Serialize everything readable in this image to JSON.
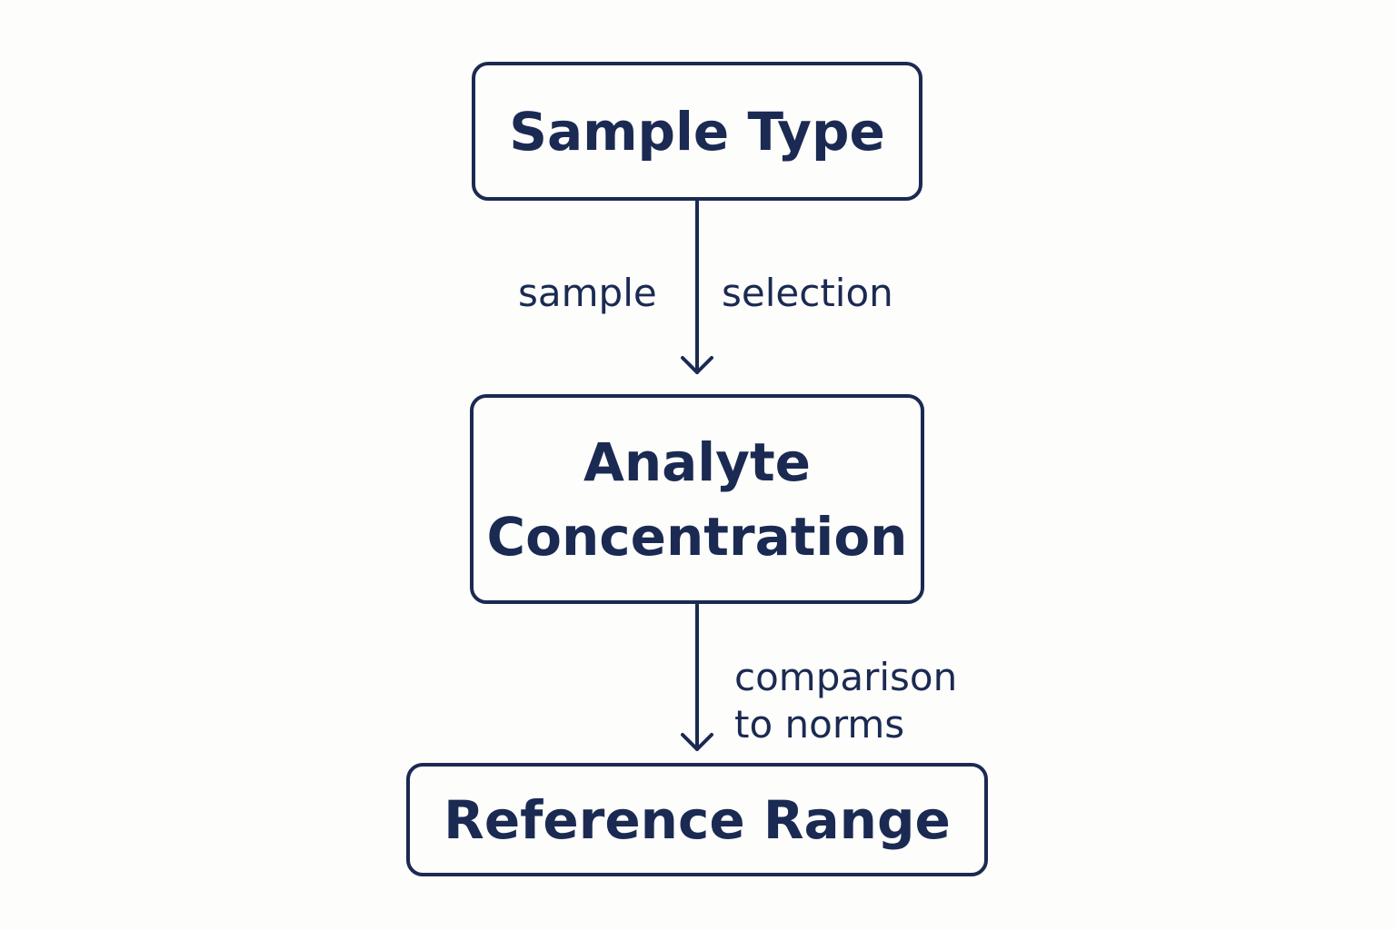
{
  "colors": {
    "ink": "#1b2a52",
    "background": "#fdfdfb"
  },
  "nodes": {
    "sample_type": "Sample Type",
    "analyte": [
      "Analyte",
      "Concentration"
    ],
    "reference_range": "Reference Range"
  },
  "edges": {
    "sample_to_analyte": [
      "sample",
      "selection"
    ],
    "analyte_to_reference": [
      "comparison",
      "to norms"
    ]
  }
}
